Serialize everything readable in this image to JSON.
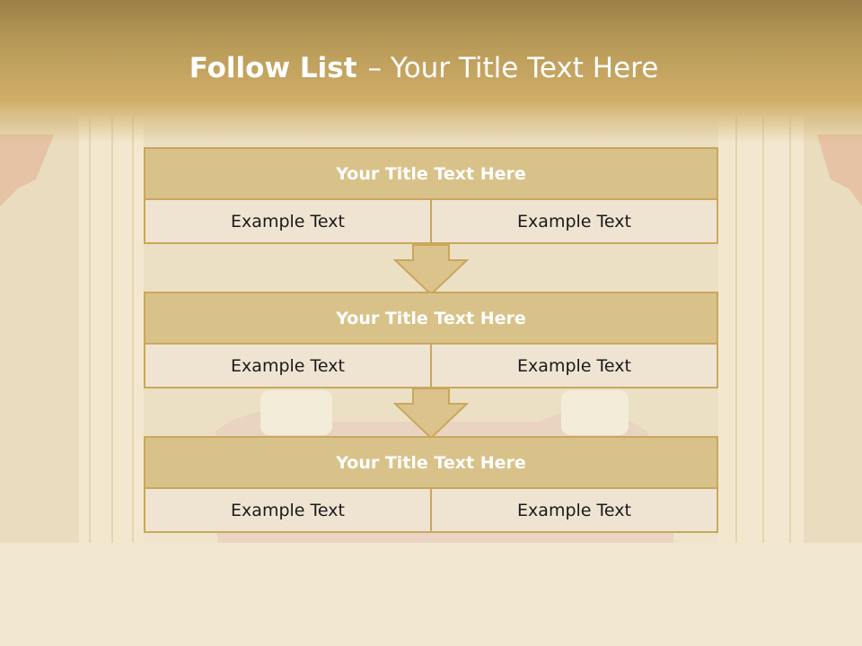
{
  "slide": {
    "title_bold": "Follow List",
    "title_rest": "– Your Title Text Here"
  },
  "blocks": [
    {
      "title": "Your Title Text Here",
      "left": "Example Text",
      "right": "Example Text"
    },
    {
      "title": "Your Title Text Here",
      "left": "Example Text",
      "right": "Example Text"
    },
    {
      "title": "Your Title Text Here",
      "left": "Example Text",
      "right": "Example Text"
    }
  ],
  "colors": {
    "header": "#b89a58",
    "block_head": "#d9c28a",
    "block_border": "#c9a75c",
    "block_body": "#efe4d2"
  }
}
